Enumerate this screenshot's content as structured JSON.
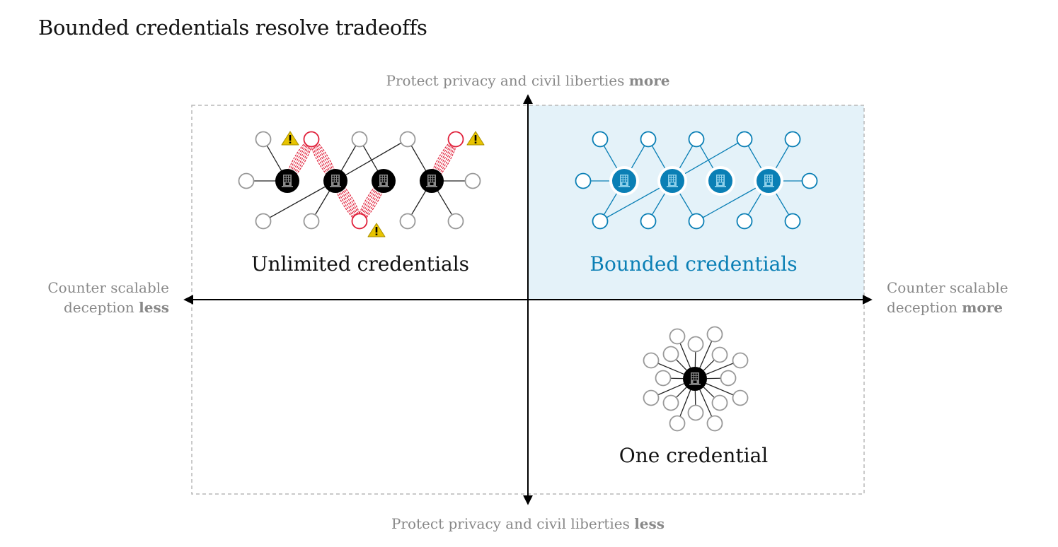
{
  "title": "Bounded credentials resolve tradeoffs",
  "axes": {
    "top": {
      "text": "Protect privacy and civil liberties ",
      "bold": "more"
    },
    "bottom": {
      "text": "Protect privacy and civil liberties ",
      "bold": "less"
    },
    "left": {
      "line1": "Counter scalable",
      "line2": "deception ",
      "bold": "less"
    },
    "right": {
      "line1": "Counter scalable",
      "line2": "deception ",
      "bold": "more"
    }
  },
  "quadrants": {
    "unlimited": {
      "label": "Unlimited credentials"
    },
    "bounded": {
      "label": "Bounded credentials"
    },
    "one": {
      "label": "One credential"
    }
  },
  "icons": {
    "organization": "building-icon",
    "person": "circle-node",
    "warning": "warning-triangle-icon"
  },
  "colors": {
    "accent": "#0a7fb5",
    "highlight_bg": "#e4f2f9",
    "danger": "#e0203a",
    "warning": "#e8c400",
    "neutral": "#999999"
  }
}
